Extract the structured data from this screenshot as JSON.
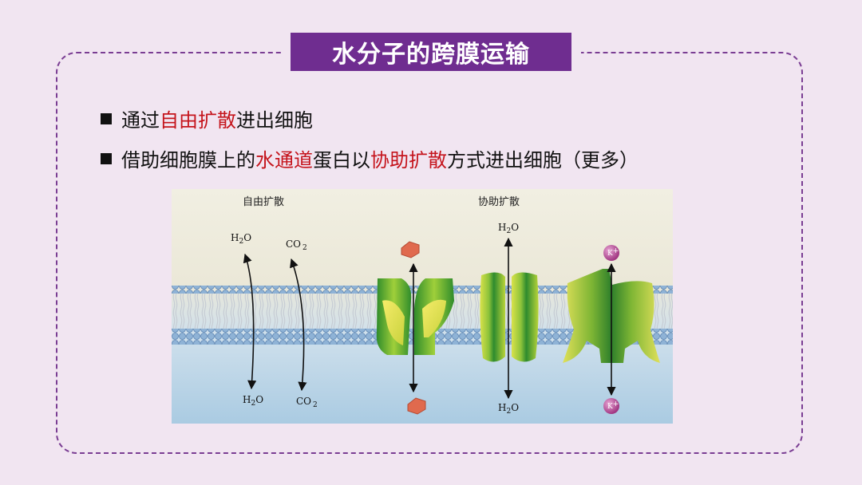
{
  "title": "水分子的跨膜运输",
  "bullets": [
    {
      "parts": [
        {
          "text": "通过",
          "hl": false
        },
        {
          "text": "自由扩散",
          "hl": true
        },
        {
          "text": "进出细胞",
          "hl": false
        }
      ]
    },
    {
      "parts": [
        {
          "text": "借助细胞膜上的",
          "hl": false
        },
        {
          "text": "水通道",
          "hl": true
        },
        {
          "text": "蛋白以",
          "hl": false
        },
        {
          "text": "协助扩散",
          "hl": true
        },
        {
          "text": "方式进出细胞（更多）",
          "hl": false
        }
      ]
    }
  ],
  "figure": {
    "label_free": "自由扩散",
    "label_facilitated": "协助扩散",
    "h2o_main": "H",
    "h2o_sub": "2",
    "h2o_tail": "O",
    "co2_main": "CO",
    "co2_sub": "2",
    "k_ion": "K",
    "k_sup": "+"
  },
  "colors": {
    "title_bg": "#6f2d90",
    "highlight": "#c5141c",
    "frame": "#7a3d93",
    "page_bg": "#f1e5f1"
  }
}
